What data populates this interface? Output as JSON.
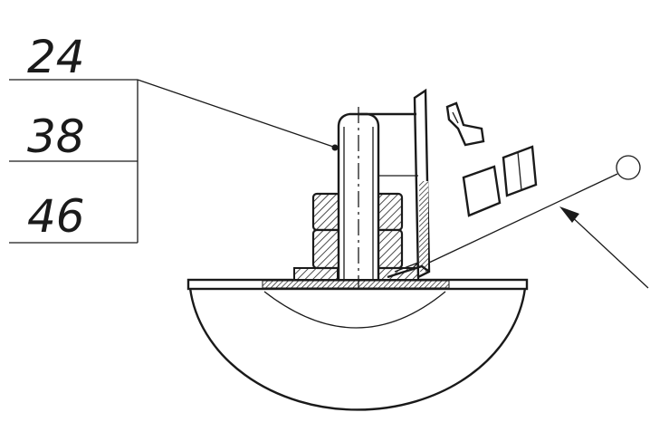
{
  "callout": {
    "numbers": [
      "24",
      "38",
      "46"
    ]
  },
  "colors": {
    "ink": "#1a1a1a",
    "background": "#ffffff"
  }
}
